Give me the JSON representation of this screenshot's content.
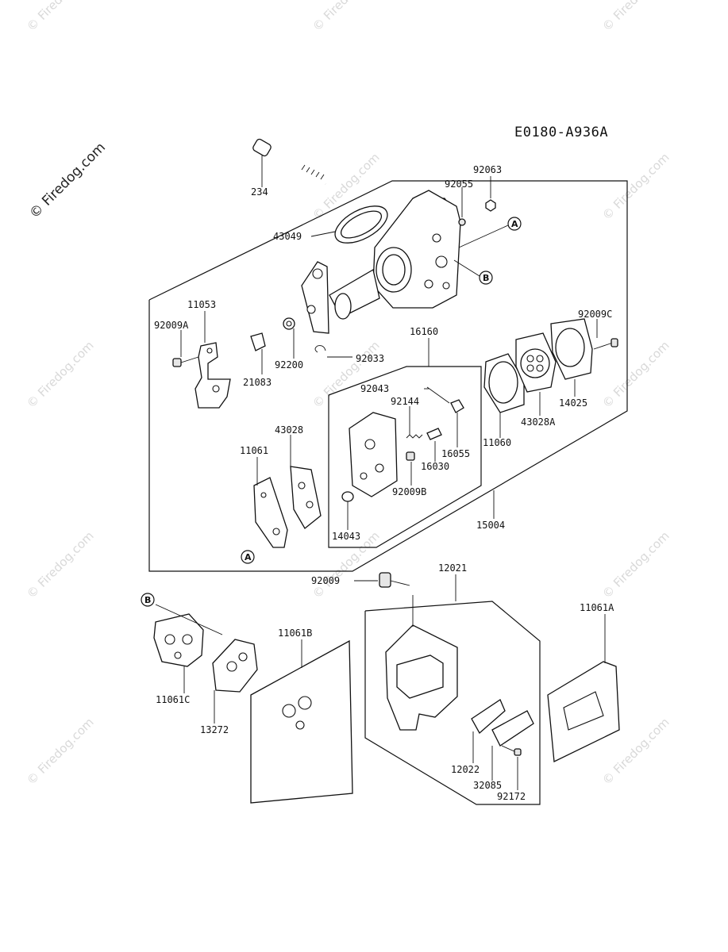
{
  "diagram_code": "E0180-A936A",
  "watermark": {
    "main": "© Firedog.com",
    "tiles": [
      "© Firedog.com",
      "© Firedog.com",
      "© Firedog.com",
      "© Firedog.com",
      "© Firedog.com",
      "© Firedog.com",
      "© Firedog.com",
      "© Firedog.com",
      "© Firedog.com",
      "© Firedog.com",
      "© Firedog.com",
      "© Firedog.com",
      "© Firedog.com"
    ]
  },
  "callouts": {
    "a": "A",
    "b": "B"
  },
  "parts": {
    "p234": "234",
    "p92063": "92063",
    "p92055": "92055",
    "p43049": "43049",
    "p11053": "11053",
    "p92009a": "92009A",
    "p92200": "92200",
    "p92033": "92033",
    "p21083": "21083",
    "p16160": "16160",
    "p92009c": "92009C",
    "p92043": "92043",
    "p92144": "92144",
    "p16055": "16055",
    "p16030": "16030",
    "p92009b": "92009B",
    "p11060": "11060",
    "p43028a": "43028A",
    "p14025": "14025",
    "p43028": "43028",
    "p11061": "11061",
    "p14043": "14043",
    "p15004": "15004",
    "p92009": "92009",
    "p12021": "12021",
    "p11061a": "11061A",
    "p11061b": "11061B",
    "p11061c": "11061C",
    "p13272": "13272",
    "p12022": "12022",
    "p32085": "32085",
    "p92172": "92172"
  }
}
